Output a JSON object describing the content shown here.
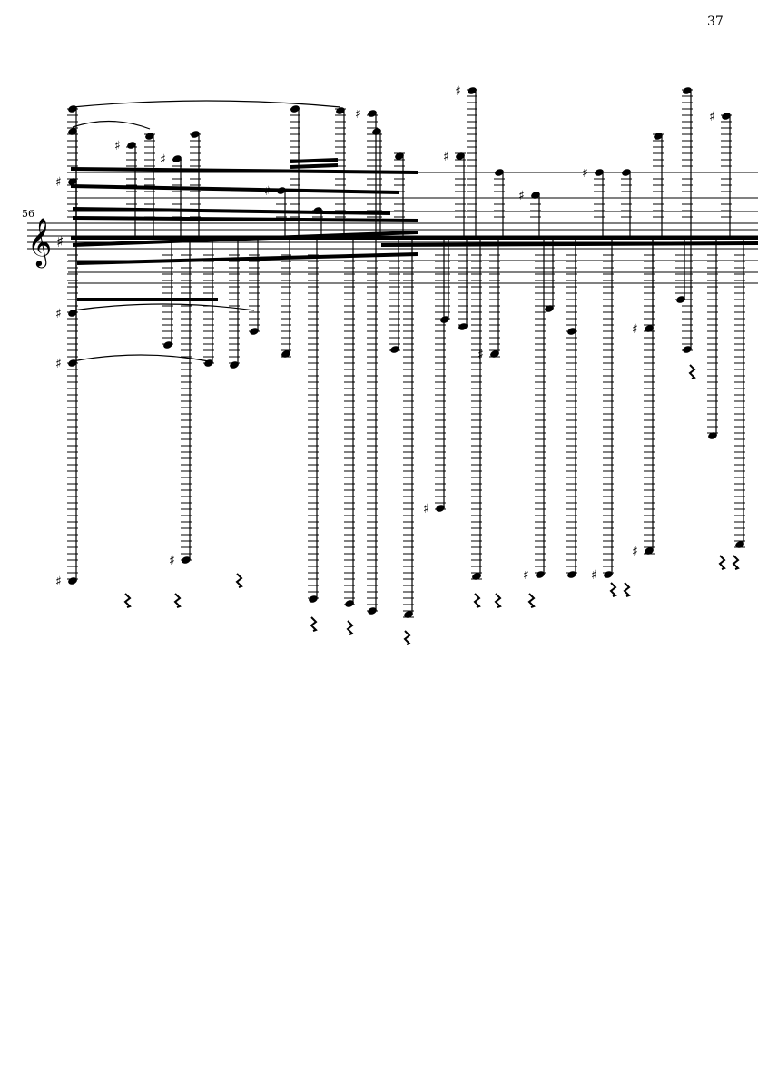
{
  "page": {
    "number": "37"
  },
  "system": {
    "measure_number": "56",
    "clef": "treble",
    "key_signature": "sharps"
  },
  "colors": {
    "ink": "#000000",
    "paper": "#ffffff"
  }
}
